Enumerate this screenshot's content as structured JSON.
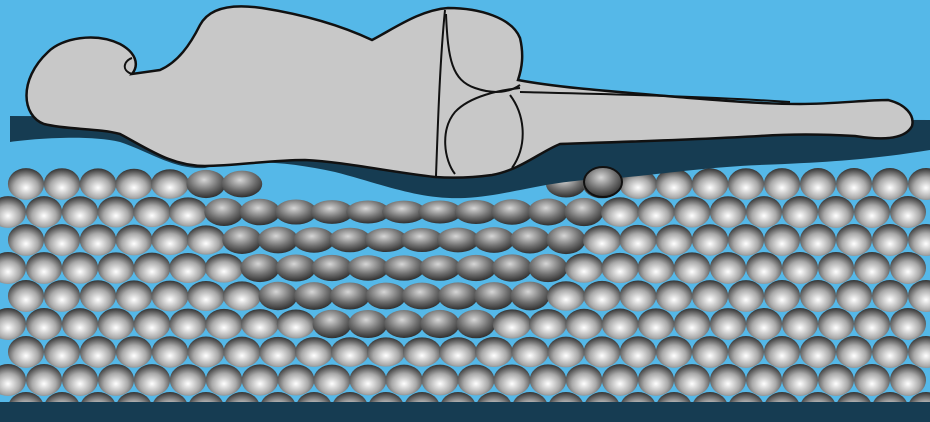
{
  "colors": {
    "background": "#55b8e8",
    "mattress_cover": "#163c52",
    "base_bar": "#163c52",
    "body_fill": "#c8c8c8",
    "body_outline": "#111111",
    "sphere_light": "#ffffff",
    "sphere_mid": "#a9a9a9",
    "sphere_dark": "#3a3a3a"
  },
  "figure": {
    "body_icon": "reclining-human-silhouette",
    "sphere_icon": "foam-cell-sphere",
    "compressed_region_icon": "compressed-cell-ellipse"
  }
}
